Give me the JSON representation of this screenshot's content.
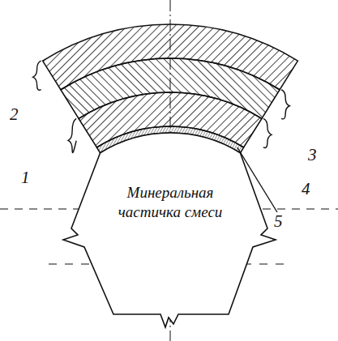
{
  "diagram": {
    "nodes": [
      {
        "text": [
          "Минеральная частичка смеси"
        ]
      }
    ],
    "labels": [
      "2",
      "1",
      "3",
      "4",
      "5"
    ]
  }
}
